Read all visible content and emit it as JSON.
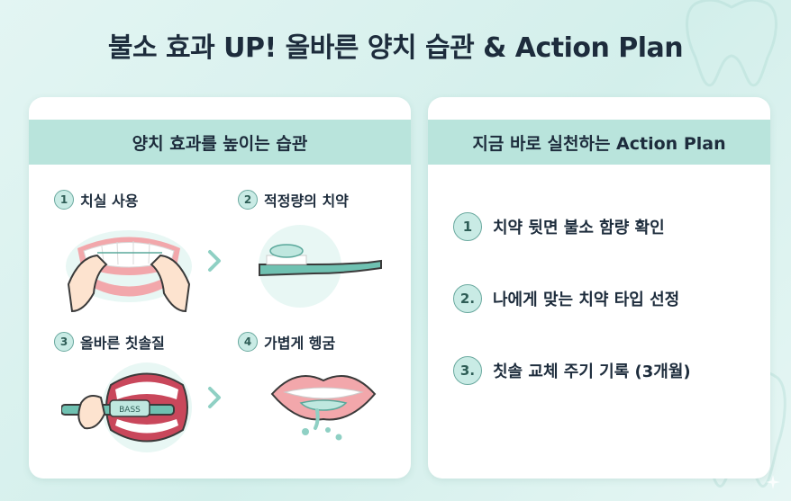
{
  "title": "불소 효과 UP! 올바른 양치 습관 & Action Plan",
  "left_card": {
    "header": "양치 효과를 높이는 습관",
    "habits": [
      {
        "num": "1",
        "label": "치실 사용"
      },
      {
        "num": "2",
        "label": "적정량의 치약"
      },
      {
        "num": "3",
        "label": "올바른 칫솔질"
      },
      {
        "num": "4",
        "label": "가볍게 헹굼"
      }
    ],
    "brush_text": "BASS"
  },
  "right_card": {
    "header": "지금 바로 실천하는 Action Plan",
    "items": [
      {
        "num": "1",
        "label": "치약 뒷면 불소 함량 확인"
      },
      {
        "num": "2.",
        "label": "나에게 맞는 치약 타입 선정"
      },
      {
        "num": "3.",
        "label": "칫솔 교체 주기 기록 (3개월)"
      }
    ]
  },
  "colors": {
    "accent": "#b9e4dc",
    "number_badge": "#c9ebe5",
    "text": "#1d2c3c",
    "brush": "#6fc1b1"
  }
}
